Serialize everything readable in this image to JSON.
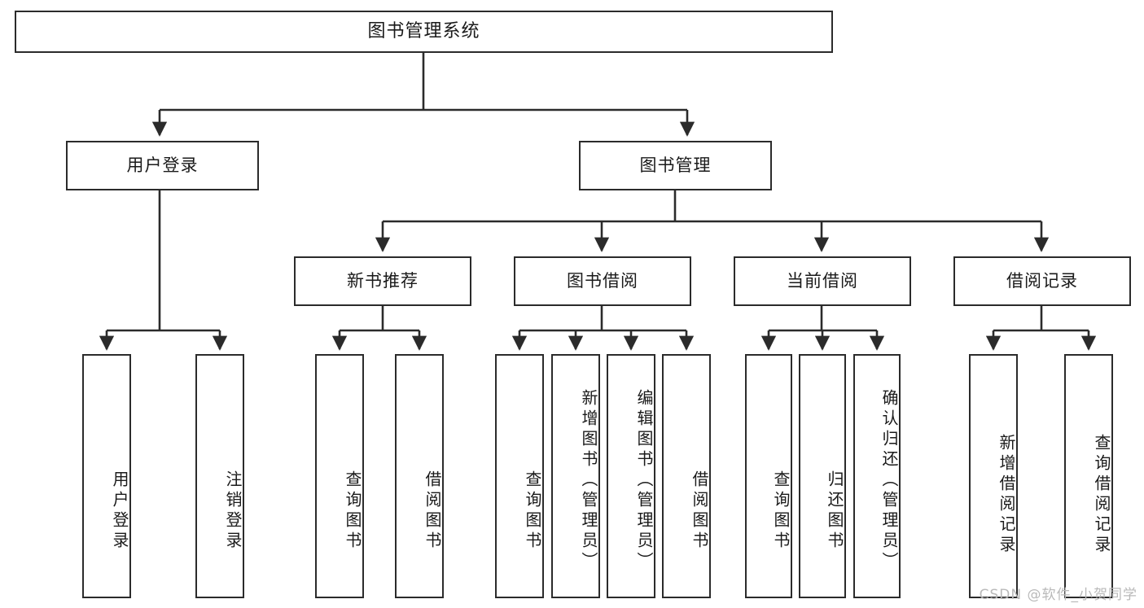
{
  "diagram": {
    "title": "图书管理系统",
    "type": "tree",
    "orientation": "top-down",
    "colors": {
      "box_border": "#2b2b2b",
      "box_fill": "#ffffff",
      "edge": "#2b2b2b",
      "text": "#1a1a1a",
      "watermark": "#b9b9b9",
      "background": "#ffffff"
    },
    "root": {
      "label": "图书管理系统"
    },
    "level2": [
      {
        "label": "用户登录"
      },
      {
        "label": "图书管理"
      }
    ],
    "level3": [
      {
        "label": "新书推荐"
      },
      {
        "label": "图书借阅"
      },
      {
        "label": "当前借阅"
      },
      {
        "label": "借阅记录"
      }
    ],
    "leaves_user_login": [
      {
        "label": "用户登录"
      },
      {
        "label": "注销登录"
      }
    ],
    "leaves_new_book": [
      {
        "label": "查询图书"
      },
      {
        "label": "借阅图书"
      }
    ],
    "leaves_borrow": [
      {
        "label": "查询图书"
      },
      {
        "label": "新增图书（管理员）"
      },
      {
        "label": "编辑图书（管理员）"
      },
      {
        "label": "借阅图书"
      }
    ],
    "leaves_current": [
      {
        "label": "查询图书"
      },
      {
        "label": "归还图书"
      },
      {
        "label": "确认归还（管理员）"
      }
    ],
    "leaves_record": [
      {
        "label": "新增借阅记录"
      },
      {
        "label": "查询借阅记录"
      }
    ]
  },
  "watermark": {
    "text": "CSDN @软件_小贺同学"
  }
}
